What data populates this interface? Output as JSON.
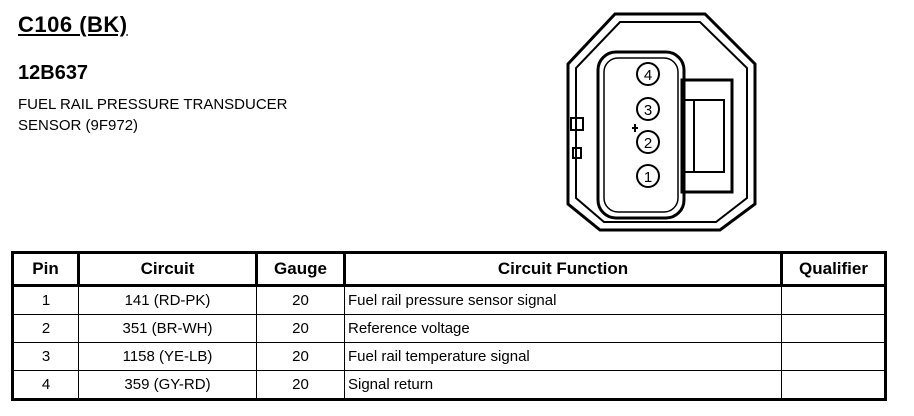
{
  "header": {
    "connector_id": "C106 (BK)",
    "part_number": "12B637",
    "description_line1": "FUEL RAIL PRESSURE TRANSDUCER",
    "description_line2": "SENSOR (9F972)"
  },
  "connector_face": {
    "pin_labels": [
      "4",
      "3",
      "2",
      "1"
    ]
  },
  "table": {
    "headers": [
      "Pin",
      "Circuit",
      "Gauge",
      "Circuit Function",
      "Qualifier"
    ],
    "rows": [
      {
        "pin": "1",
        "circuit": "141 (RD-PK)",
        "gauge": "20",
        "function": "Fuel rail pressure sensor signal",
        "qualifier": ""
      },
      {
        "pin": "2",
        "circuit": "351 (BR-WH)",
        "gauge": "20",
        "function": "Reference voltage",
        "qualifier": ""
      },
      {
        "pin": "3",
        "circuit": "1158 (YE-LB)",
        "gauge": "20",
        "function": "Fuel rail temperature signal",
        "qualifier": ""
      },
      {
        "pin": "4",
        "circuit": "359 (GY-RD)",
        "gauge": "20",
        "function": "Signal return",
        "qualifier": ""
      }
    ]
  }
}
